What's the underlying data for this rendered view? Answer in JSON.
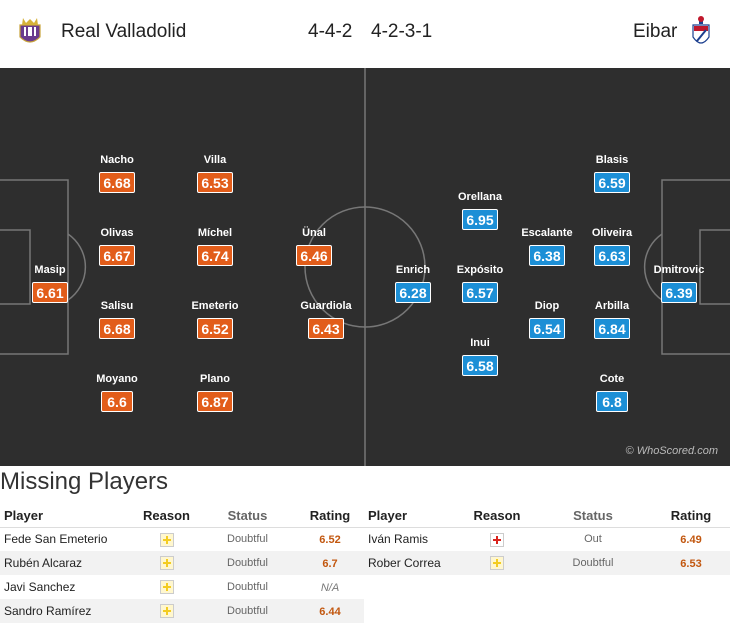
{
  "header": {
    "home_team": "Real Valladolid",
    "home_formation": "4-4-2",
    "away_formation": "4-2-3-1",
    "away_team": "Eibar",
    "home_crest_icon": "real-valladolid-crest-icon",
    "away_crest_icon": "eibar-crest-icon"
  },
  "colors": {
    "home_rating": "#e25d1a",
    "away_rating": "#1c8fd6",
    "pitch": "#2e2e2e"
  },
  "home_players": [
    {
      "name": "Masip",
      "rating": "6.61"
    },
    {
      "name": "Nacho",
      "rating": "6.68"
    },
    {
      "name": "Olivas",
      "rating": "6.67"
    },
    {
      "name": "Salisu",
      "rating": "6.68"
    },
    {
      "name": "Moyano",
      "rating": "6.6"
    },
    {
      "name": "Villa",
      "rating": "6.53"
    },
    {
      "name": "Míchel",
      "rating": "6.74"
    },
    {
      "name": "Emeterio",
      "rating": "6.52"
    },
    {
      "name": "Plano",
      "rating": "6.87"
    },
    {
      "name": "Ünal",
      "rating": "6.46"
    },
    {
      "name": "Guardiola",
      "rating": "6.43"
    }
  ],
  "away_players": [
    {
      "name": "Dmitrovic",
      "rating": "6.39"
    },
    {
      "name": "Blasis",
      "rating": "6.59"
    },
    {
      "name": "Oliveira",
      "rating": "6.63"
    },
    {
      "name": "Arbilla",
      "rating": "6.84"
    },
    {
      "name": "Cote",
      "rating": "6.8"
    },
    {
      "name": "Escalante",
      "rating": "6.38"
    },
    {
      "name": "Diop",
      "rating": "6.54"
    },
    {
      "name": "Orellana",
      "rating": "6.95"
    },
    {
      "name": "Expósito",
      "rating": "6.57"
    },
    {
      "name": "Inui",
      "rating": "6.58"
    },
    {
      "name": "Enrich",
      "rating": "6.28"
    }
  ],
  "watermark": "© WhoScored.com",
  "missing": {
    "title": "Missing Players",
    "headers": {
      "player": "Player",
      "reason": "Reason",
      "status": "Status",
      "rating": "Rating"
    },
    "home": [
      {
        "player": "Fede San Emeterio",
        "reason_icon": "doubtful-icon",
        "status": "Doubtful",
        "rating": "6.52"
      },
      {
        "player": "Rubén Alcaraz",
        "reason_icon": "doubtful-icon",
        "status": "Doubtful",
        "rating": "6.7"
      },
      {
        "player": "Javi Sanchez",
        "reason_icon": "doubtful-icon",
        "status": "Doubtful",
        "rating": "N/A"
      },
      {
        "player": "Sandro Ramírez",
        "reason_icon": "doubtful-icon",
        "status": "Doubtful",
        "rating": "6.44"
      }
    ],
    "away": [
      {
        "player": "Iván Ramis",
        "reason_icon": "injury-icon",
        "status": "Out",
        "rating": "6.49"
      },
      {
        "player": "Rober Correa",
        "reason_icon": "doubtful-icon",
        "status": "Doubtful",
        "rating": "6.53"
      }
    ]
  }
}
